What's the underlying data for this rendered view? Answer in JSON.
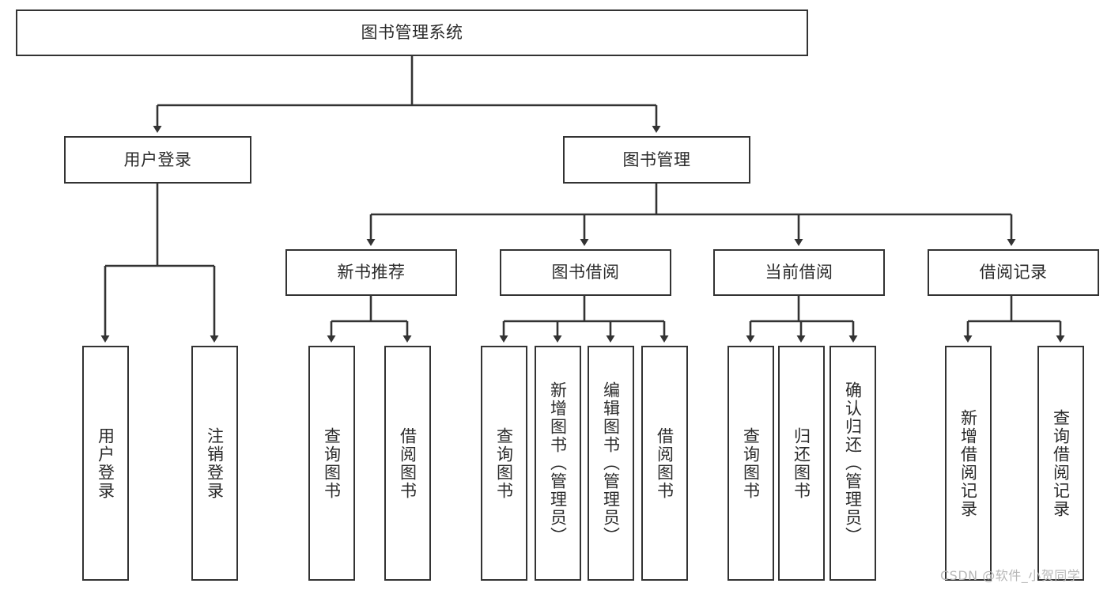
{
  "diagram": {
    "title": "图书管理系统",
    "watermark": "CSDN @软件_小贺同学",
    "stroke_color": "#333333",
    "text_color": "#2b2b2b",
    "background_color": "#ffffff",
    "nodes": {
      "root": "图书管理系统",
      "tier1": {
        "user_login": "用户登录",
        "book_manage": "图书管理"
      },
      "tier2": {
        "new_book_recommend": "新书推荐",
        "book_borrow": "图书借阅",
        "current_borrow": "当前借阅",
        "borrow_record": "借阅记录"
      },
      "leaves": {
        "user_login_children": [
          "用户登录",
          "注销登录"
        ],
        "new_book_recommend_children": [
          "查询图书",
          "借阅图书"
        ],
        "book_borrow_children": [
          "查询图书",
          "新增图书（管理员）",
          "编辑图书（管理员）",
          "借阅图书"
        ],
        "current_borrow_children": [
          "查询图书",
          "归还图书",
          "确认归还（管理员）"
        ],
        "borrow_record_children": [
          "新增借阅记录",
          "查询借阅记录"
        ]
      }
    }
  }
}
